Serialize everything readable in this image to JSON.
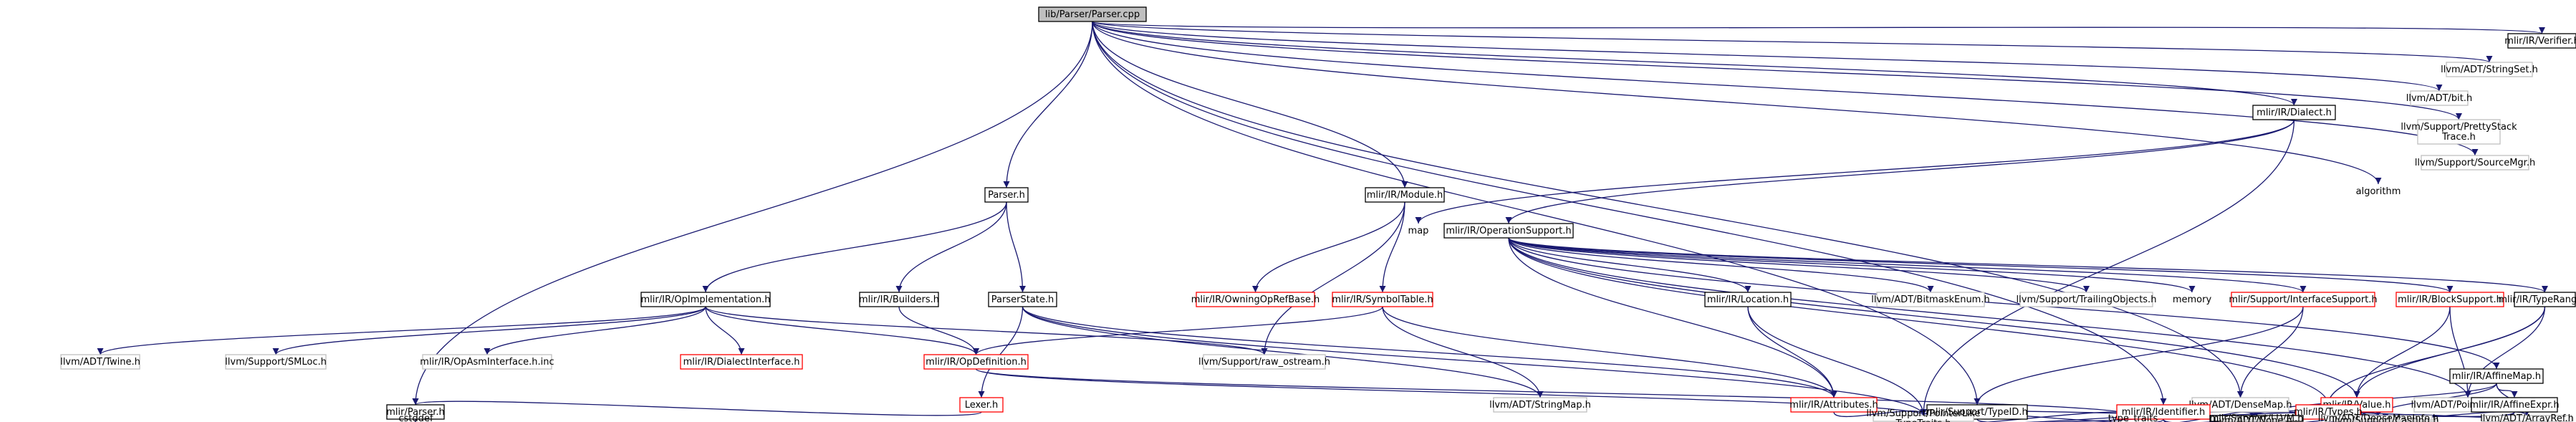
{
  "graph": {
    "title": "lib/Parser/Parser.cpp",
    "colors": {
      "edge": "#191970",
      "root_fill": "#bfbfbf",
      "black_border": "#000000",
      "red_border": "#ff0000",
      "gray_border": "#bfbfbf",
      "text": "#000000"
    },
    "nodes": [
      {
        "id": "root",
        "label": "lib/Parser/Parser.cpp",
        "style": "root"
      },
      {
        "id": "parser_h",
        "label": "Parser.h",
        "style": "black"
      },
      {
        "id": "module_h",
        "label": "mlir/IR/Module.h",
        "style": "black"
      },
      {
        "id": "dialect_h",
        "label": "mlir/IR/Dialect.h",
        "style": "black"
      },
      {
        "id": "verifier_h",
        "label": "mlir/IR/Verifier.h",
        "style": "black"
      },
      {
        "id": "stringset",
        "label": "llvm/ADT/StringSet.h",
        "style": "gray"
      },
      {
        "id": "bit_h",
        "label": "llvm/ADT/bit.h",
        "style": "gray"
      },
      {
        "id": "prettystack",
        "label": "llvm/Support/PrettyStack\nTrace.h",
        "style": "gray"
      },
      {
        "id": "sourcemgr",
        "label": "llvm/Support/SourceMgr.h",
        "style": "gray"
      },
      {
        "id": "algorithm",
        "label": "algorithm",
        "style": "plain"
      },
      {
        "id": "map",
        "label": "map",
        "style": "plain"
      },
      {
        "id": "opsupport",
        "label": "mlir/IR/OperationSupport.h",
        "style": "black"
      },
      {
        "id": "opimpl",
        "label": "mlir/IR/OpImplementation.h",
        "style": "black"
      },
      {
        "id": "builders",
        "label": "mlir/IR/Builders.h",
        "style": "black"
      },
      {
        "id": "parserstate",
        "label": "ParserState.h",
        "style": "black"
      },
      {
        "id": "owningop",
        "label": "mlir/IR/OwningOpRefBase.h",
        "style": "red"
      },
      {
        "id": "symboltable",
        "label": "mlir/IR/SymbolTable.h",
        "style": "red"
      },
      {
        "id": "location",
        "label": "mlir/IR/Location.h",
        "style": "black"
      },
      {
        "id": "bitmask",
        "label": "llvm/ADT/BitmaskEnum.h",
        "style": "gray"
      },
      {
        "id": "trailing",
        "label": "llvm/Support/TrailingObjects.h",
        "style": "gray"
      },
      {
        "id": "memory",
        "label": "memory",
        "style": "plain"
      },
      {
        "id": "ifacesupport",
        "label": "mlir/Support/InterfaceSupport.h",
        "style": "red"
      },
      {
        "id": "blocksupport",
        "label": "mlir/IR/BlockSupport.h",
        "style": "red"
      },
      {
        "id": "typerange",
        "label": "mlir/IR/TypeRange.h",
        "style": "black"
      },
      {
        "id": "affinemap",
        "label": "mlir/IR/AffineMap.h",
        "style": "black"
      },
      {
        "id": "twine",
        "label": "llvm/ADT/Twine.h",
        "style": "gray"
      },
      {
        "id": "smloc",
        "label": "llvm/Support/SMLoc.h",
        "style": "gray"
      },
      {
        "id": "opasmiface",
        "label": "mlir/IR/OpAsmInterface.h.inc",
        "style": "gray"
      },
      {
        "id": "dialectiface",
        "label": "mlir/IR/DialectInterface.h",
        "style": "red"
      },
      {
        "id": "opdefinition",
        "label": "mlir/IR/OpDefinition.h",
        "style": "red"
      },
      {
        "id": "rawostream",
        "label": "llvm/Support/raw_ostream.h",
        "style": "gray"
      },
      {
        "id": "lexer",
        "label": "Lexer.h",
        "style": "red"
      },
      {
        "id": "stringmap",
        "label": "llvm/ADT/StringMap.h",
        "style": "gray"
      },
      {
        "id": "attributes",
        "label": "mlir/IR/Attributes.h",
        "style": "red"
      },
      {
        "id": "densemap",
        "label": "llvm/ADT/DenseMap.h",
        "style": "gray"
      },
      {
        "id": "value",
        "label": "mlir/IR/Value.h",
        "style": "red"
      },
      {
        "id": "ptrunion",
        "label": "llvm/ADT/PointerUnion.h",
        "style": "gray"
      },
      {
        "id": "mlirparser",
        "label": "mlir/Parser.h",
        "style": "black"
      },
      {
        "id": "typeid",
        "label": "mlir/Support/TypeID.h",
        "style": "black"
      },
      {
        "id": "identifier",
        "label": "mlir/IR/Identifier.h",
        "style": "red"
      },
      {
        "id": "types",
        "label": "mlir/IR/Types.h",
        "style": "red"
      },
      {
        "id": "affineexpr",
        "label": "mlir/IR/AffineExpr.h",
        "style": "black"
      },
      {
        "id": "cstddef",
        "label": "cstddef",
        "style": "plain"
      },
      {
        "id": "ptrlike",
        "label": "llvm/Support/PointerLike\nTypeTraits.h",
        "style": "gray"
      },
      {
        "id": "typetraits",
        "label": "type_traits",
        "style": "plain"
      },
      {
        "id": "llvmh",
        "label": "mlir/Support/LLVM.h",
        "style": "black"
      },
      {
        "id": "densemapinfo",
        "label": "llvm/ADT/DenseMapInfo.h",
        "style": "gray"
      },
      {
        "id": "arrayref",
        "label": "llvm/ADT/ArrayRef.h",
        "style": "gray"
      },
      {
        "id": "none",
        "label": "llvm/ADT/None.h",
        "style": "gray"
      },
      {
        "id": "casting",
        "label": "llvm/Support/Casting.h",
        "style": "gray"
      }
    ],
    "edges": [
      [
        "root",
        "parser_h"
      ],
      [
        "root",
        "module_h"
      ],
      [
        "root",
        "dialect_h"
      ],
      [
        "root",
        "verifier_h"
      ],
      [
        "root",
        "stringset"
      ],
      [
        "root",
        "bit_h"
      ],
      [
        "root",
        "prettystack"
      ],
      [
        "root",
        "sourcemgr"
      ],
      [
        "root",
        "algorithm"
      ],
      [
        "root",
        "mlirparser"
      ],
      [
        "root",
        "densemap"
      ],
      [
        "root",
        "identifier"
      ],
      [
        "root",
        "typeid"
      ],
      [
        "parser_h",
        "opimpl"
      ],
      [
        "parser_h",
        "builders"
      ],
      [
        "parser_h",
        "parserstate"
      ],
      [
        "module_h",
        "owningop"
      ],
      [
        "module_h",
        "symboltable"
      ],
      [
        "module_h",
        "rawostream"
      ],
      [
        "dialect_h",
        "map"
      ],
      [
        "dialect_h",
        "opsupport"
      ],
      [
        "dialect_h",
        "ptrlike"
      ],
      [
        "opsupport",
        "location"
      ],
      [
        "opsupport",
        "bitmask"
      ],
      [
        "opsupport",
        "trailing"
      ],
      [
        "opsupport",
        "memory"
      ],
      [
        "opsupport",
        "ifacesupport"
      ],
      [
        "opsupport",
        "blocksupport"
      ],
      [
        "opsupport",
        "typerange"
      ],
      [
        "opsupport",
        "affinemap"
      ],
      [
        "opsupport",
        "attributes"
      ],
      [
        "opsupport",
        "value"
      ],
      [
        "opsupport",
        "ptrunion"
      ],
      [
        "opsupport",
        "types"
      ],
      [
        "opimpl",
        "twine"
      ],
      [
        "opimpl",
        "smloc"
      ],
      [
        "opimpl",
        "opasmiface"
      ],
      [
        "opimpl",
        "dialectiface"
      ],
      [
        "opimpl",
        "opdefinition"
      ],
      [
        "opimpl",
        "rawostream"
      ],
      [
        "builders",
        "opdefinition"
      ],
      [
        "parserstate",
        "lexer"
      ],
      [
        "parserstate",
        "stringmap"
      ],
      [
        "parserstate",
        "attributes"
      ],
      [
        "parserstate",
        "ptrlike"
      ],
      [
        "symboltable",
        "opdefinition"
      ],
      [
        "symboltable",
        "stringmap"
      ],
      [
        "symboltable",
        "attributes"
      ],
      [
        "location",
        "attributes"
      ],
      [
        "location",
        "ptrlike"
      ],
      [
        "ifacesupport",
        "densemap"
      ],
      [
        "ifacesupport",
        "typeid"
      ],
      [
        "blocksupport",
        "value"
      ],
      [
        "blocksupport",
        "ptrunion"
      ],
      [
        "typerange",
        "value"
      ],
      [
        "typerange",
        "ptrunion"
      ],
      [
        "typerange",
        "types"
      ],
      [
        "lexer",
        "mlirparser"
      ],
      [
        "opdefinition",
        "ptrlike"
      ],
      [
        "opdefinition",
        "typetraits"
      ],
      [
        "attributes",
        "ptrlike"
      ],
      [
        "value",
        "types"
      ],
      [
        "value",
        "llvmh"
      ],
      [
        "value",
        "ptrlike"
      ],
      [
        "mlirparser",
        "cstddef"
      ],
      [
        "typeid",
        "llvmh"
      ],
      [
        "typeid",
        "densemapinfo"
      ],
      [
        "identifier",
        "llvmh"
      ],
      [
        "identifier",
        "densemapinfo"
      ],
      [
        "identifier",
        "ptrlike"
      ],
      [
        "types",
        "densemapinfo"
      ],
      [
        "types",
        "arrayref"
      ],
      [
        "affinemap",
        "affineexpr"
      ],
      [
        "affinemap",
        "arrayref"
      ],
      [
        "affinemap",
        "llvmh"
      ],
      [
        "affinemap",
        "densemapinfo"
      ],
      [
        "affineexpr",
        "casting"
      ],
      [
        "affineexpr",
        "llvmh"
      ],
      [
        "affineexpr",
        "typetraits"
      ],
      [
        "llvmh",
        "none"
      ],
      [
        "llvmh",
        "casting"
      ],
      [
        "ptrlike",
        "typetraits"
      ]
    ]
  }
}
